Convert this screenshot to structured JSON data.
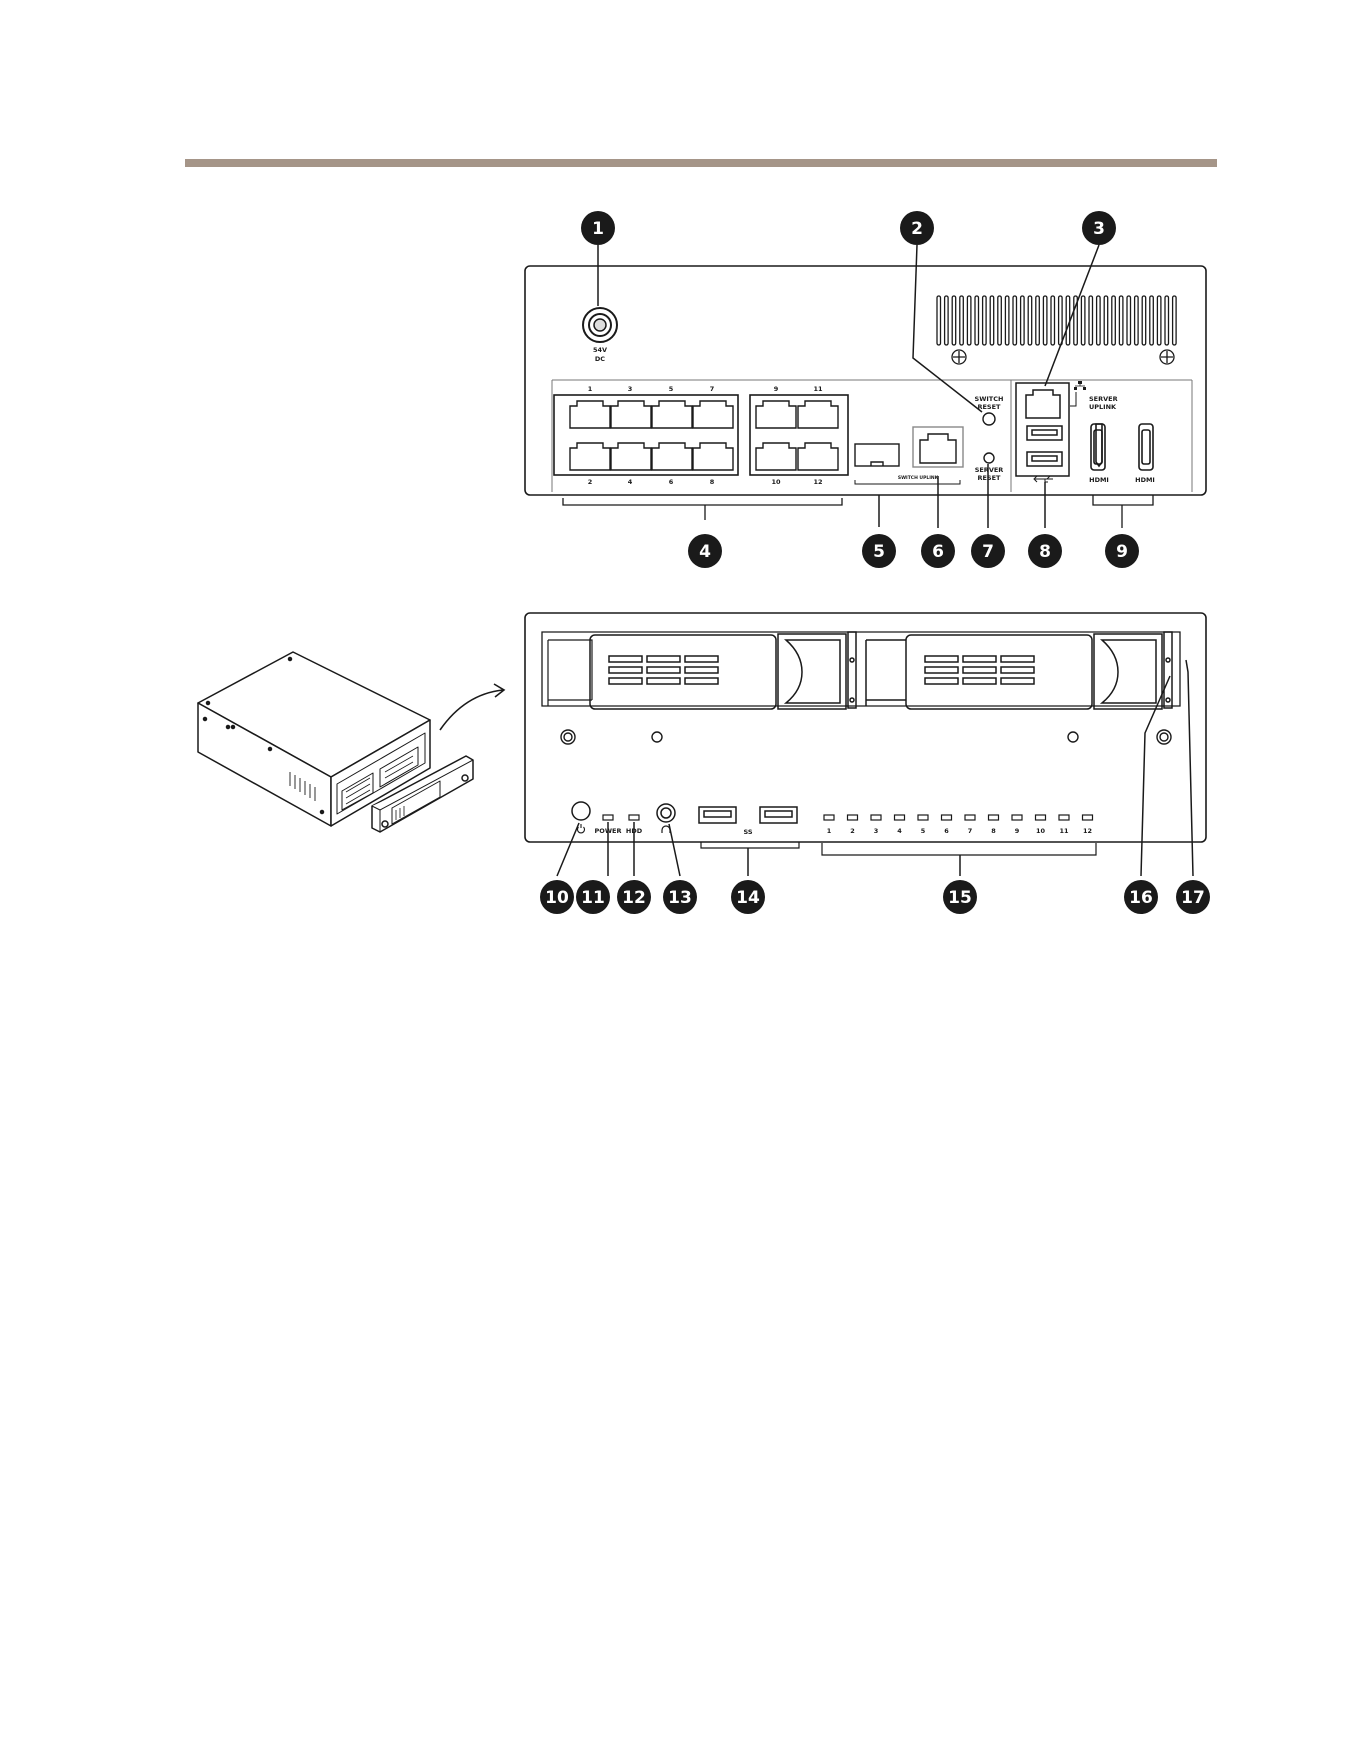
{
  "rear_panel": {
    "labels": {
      "dc_volt": "54V",
      "dc": "DC",
      "switch_reset_1": "SWITCH",
      "switch_reset_2": "RESET",
      "server_uplink_1": "SERVER",
      "server_uplink_2": "UPLINK",
      "server_reset_1": "SERVER",
      "server_reset_2": "RESET",
      "switch_uplink": "SWITCH UPLINK",
      "hdmi_1": "HDMI",
      "hdmi_2": "HDMI"
    },
    "port_numbers_top": [
      "1",
      "3",
      "5",
      "7",
      "9",
      "11"
    ],
    "port_numbers_bottom": [
      "2",
      "4",
      "6",
      "8",
      "10",
      "12"
    ]
  },
  "front_panel": {
    "labels": {
      "power": "POWER",
      "hdd": "HDD",
      "usb_ss": "SS"
    },
    "led_numbers": [
      "1",
      "2",
      "3",
      "4",
      "5",
      "6",
      "7",
      "8",
      "9",
      "10",
      "11",
      "12"
    ]
  },
  "callouts": [
    "1",
    "2",
    "3",
    "4",
    "5",
    "6",
    "7",
    "8",
    "9",
    "10",
    "11",
    "12",
    "13",
    "14",
    "15",
    "16",
    "17"
  ],
  "icons": {
    "power_button": "power-icon",
    "headphone": "headphone-icon",
    "network": "network-icon",
    "usb": "usb-icon",
    "arrow": "curved-arrow-icon"
  }
}
